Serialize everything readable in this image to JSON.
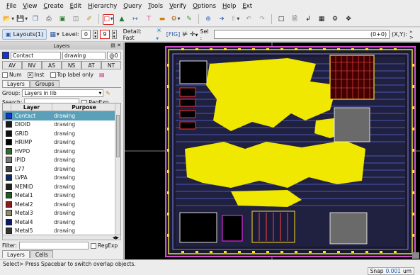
{
  "menu": [
    "File",
    "View",
    "Create",
    "Edit",
    "Hierarchy",
    "Query",
    "Tools",
    "Verify",
    "Options",
    "Help",
    "Ext"
  ],
  "toolbar2": {
    "layouts_tab": "Layouts(1)",
    "level_label": "Level:",
    "level_from": "0",
    "level_to": "9",
    "detail_label": "Detail: Fast",
    "fig_label": "[FIG]",
    "sel_label": "Sel :",
    "coord_value": "(0+0)",
    "coord_label": "(X,Y):",
    "overflow": "» >"
  },
  "layers_panel": {
    "title": "Layers",
    "current_layer": "Contact",
    "current_purpose": "drawing",
    "current_count": "@0",
    "current_color": "#1034e0",
    "visibility_buttons": [
      "AV",
      "NV",
      "AS",
      "NS",
      "AT",
      "NT"
    ],
    "options": {
      "num": "Num",
      "inst": "Inst",
      "top_label_only": "Top label only"
    },
    "tabs_top": [
      "Layers",
      "Groups"
    ],
    "group_label": "Group:",
    "group_value": "Layers in lib",
    "search_label": "Search:",
    "regexp_label": "RegExp",
    "columns": {
      "layer": "Layer",
      "purpose": "Purpose"
    },
    "rows": [
      {
        "name": "Contact",
        "purpose": "drawing",
        "color": "#1034e0",
        "selected": true
      },
      {
        "name": "DIOID",
        "purpose": "drawing",
        "color": "#1a1a1a"
      },
      {
        "name": "GRID",
        "purpose": "drawing",
        "color": "#111111"
      },
      {
        "name": "HRIMP",
        "purpose": "drawing",
        "color": "#000000"
      },
      {
        "name": "HVPO",
        "purpose": "drawing",
        "color": "#2a6e2a"
      },
      {
        "name": "IPID",
        "purpose": "drawing",
        "color": "#777777"
      },
      {
        "name": "L77",
        "purpose": "drawing",
        "color": "#444444"
      },
      {
        "name": "LVPA",
        "purpose": "drawing",
        "color": "#0b2a6e"
      },
      {
        "name": "MEMID",
        "purpose": "drawing",
        "color": "#222222"
      },
      {
        "name": "Metal1",
        "purpose": "drawing",
        "color": "#1c5c1c"
      },
      {
        "name": "Metal2",
        "purpose": "drawing",
        "color": "#8b1a1a"
      },
      {
        "name": "Metal3",
        "purpose": "drawing",
        "color": "#8c8c6a"
      },
      {
        "name": "Metal4",
        "purpose": "drawing",
        "color": "#0a1a6a"
      },
      {
        "name": "Metal5",
        "purpose": "drawing",
        "color": "#333333"
      }
    ],
    "filter_label": "Filter:",
    "tabs_bottom": [
      "Layers",
      "Cells"
    ]
  },
  "status": {
    "message": "Select> Press Spacebar to switch overlap objects.",
    "snap_label": "Snap",
    "snap_value": "0.001",
    "snap_unit": "um"
  }
}
